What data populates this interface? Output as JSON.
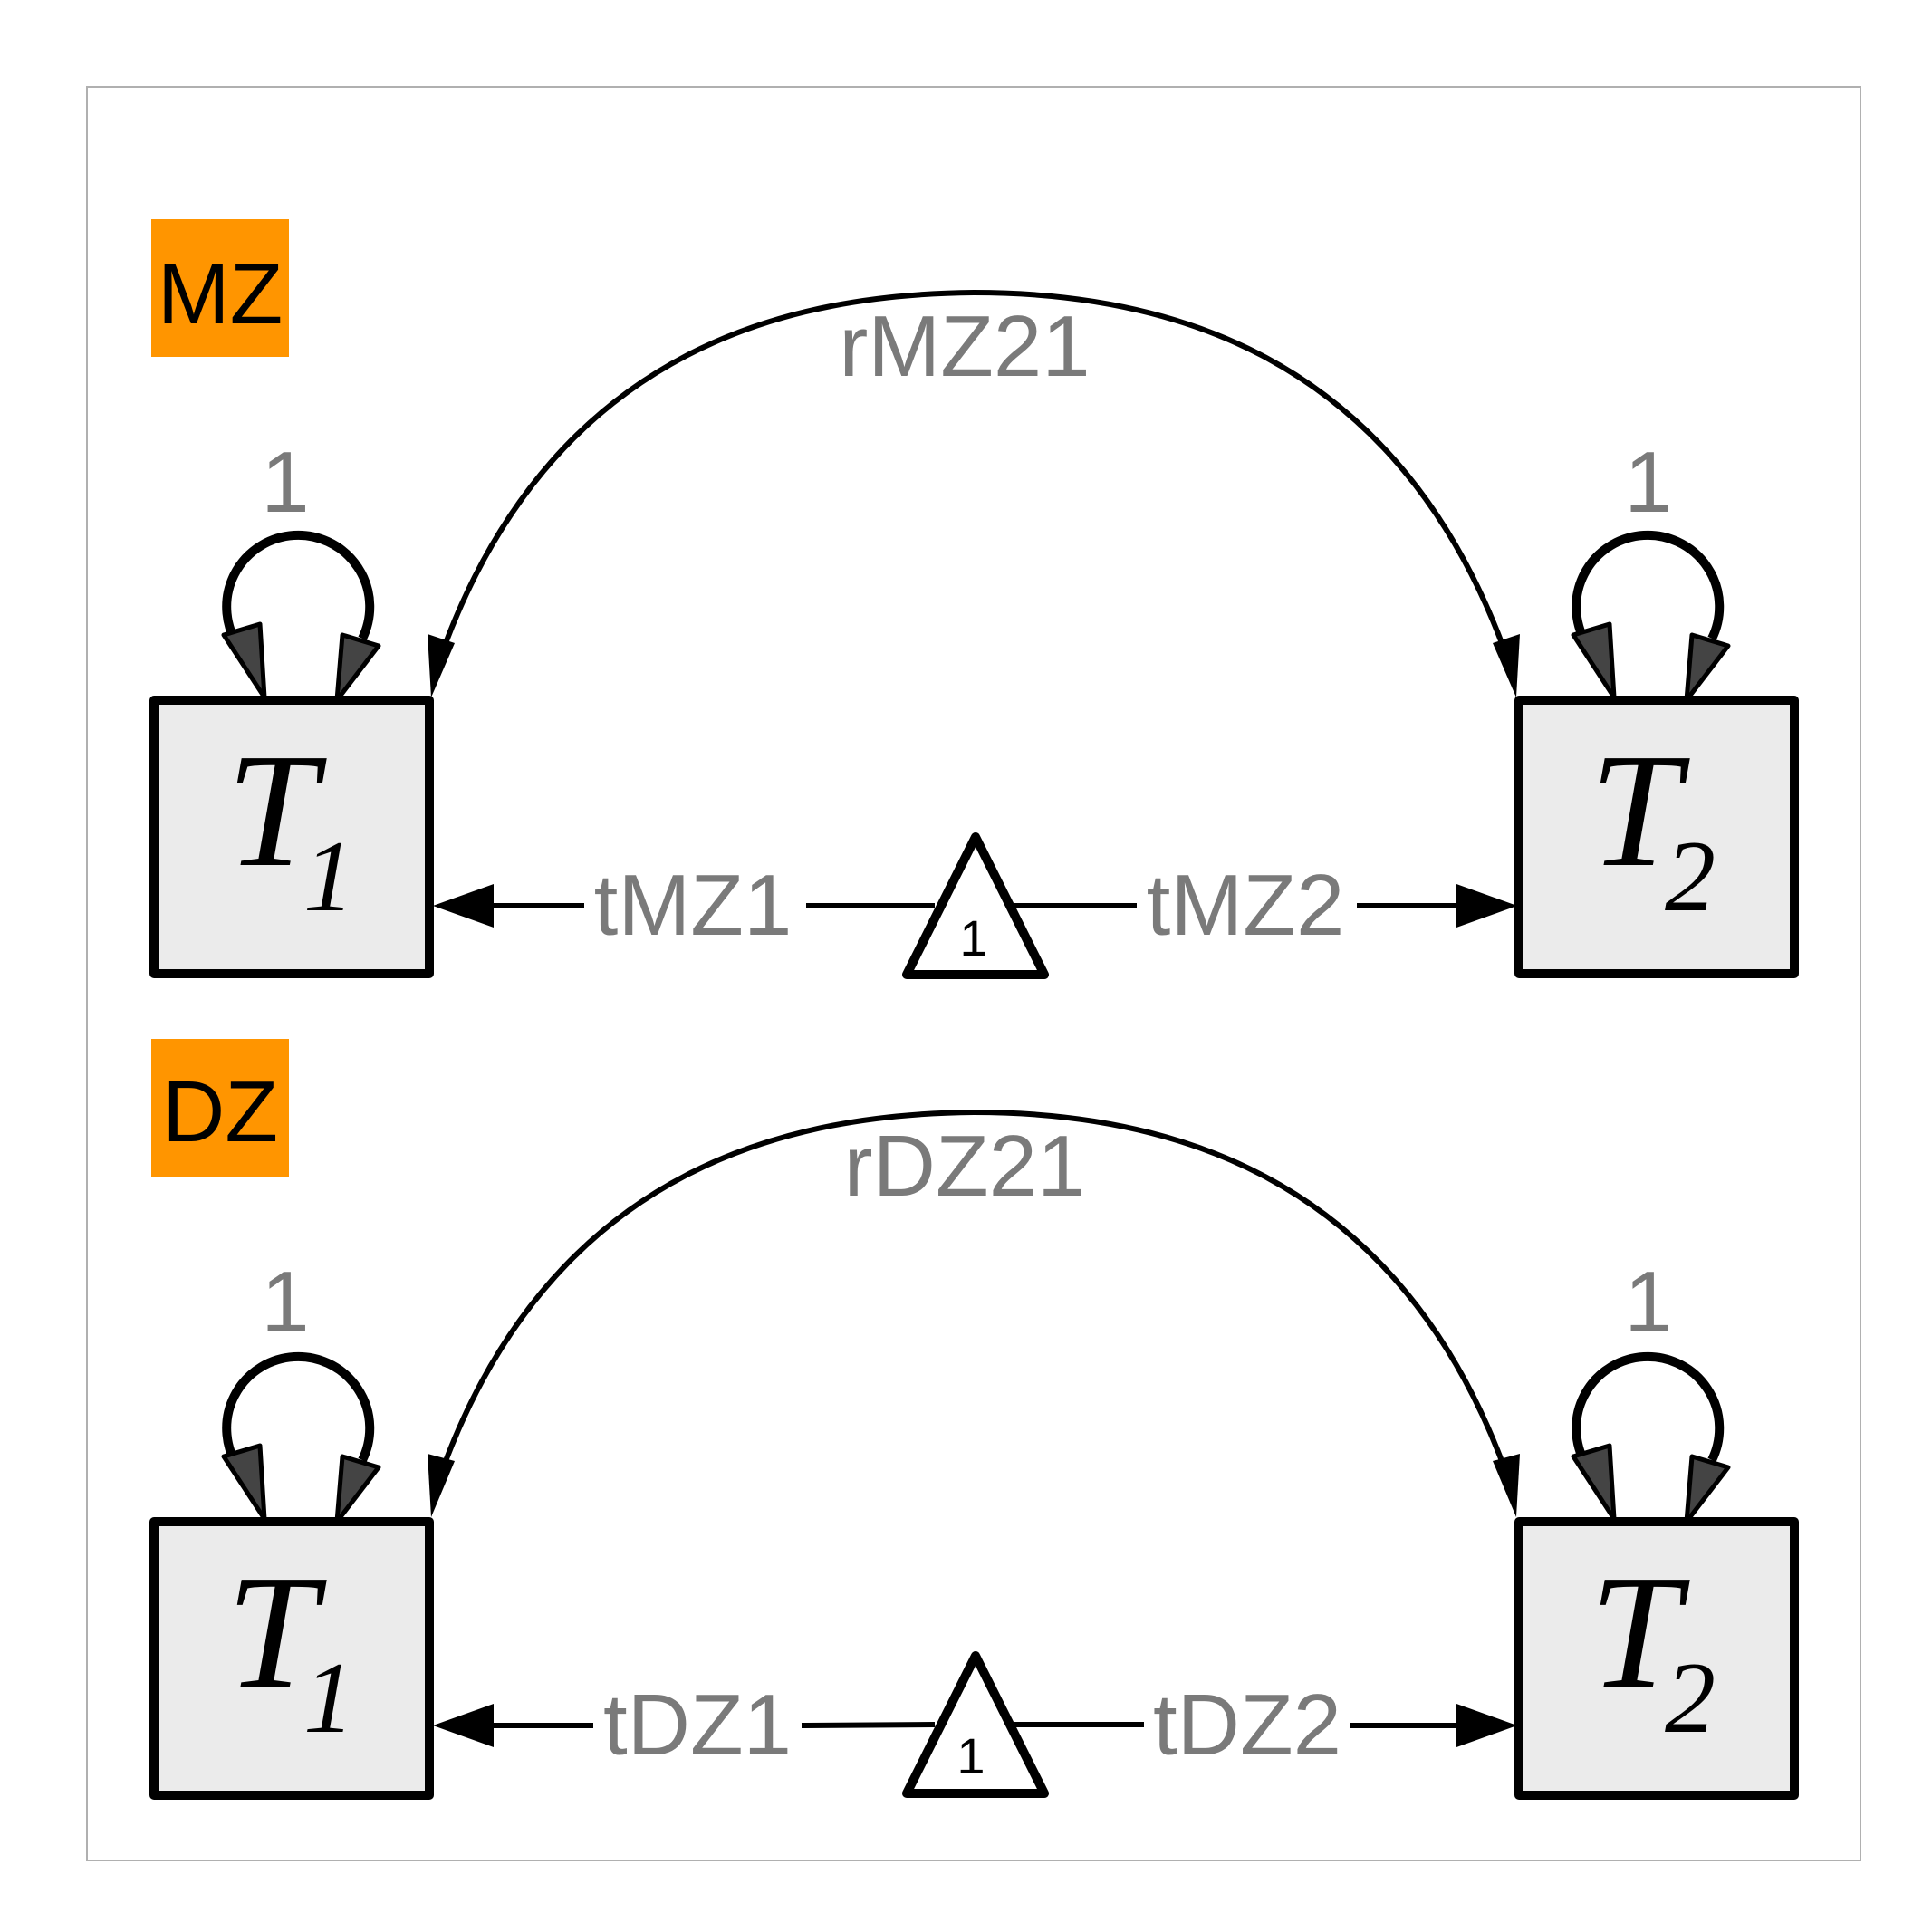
{
  "colors": {
    "group_tag": "#ff9500",
    "box_fill": "#ebebeb",
    "label": "#7a7a7a",
    "self_loop_arrowhead": "#444444",
    "frame": "#b0b0b0"
  },
  "groups": [
    {
      "tag": "MZ",
      "left_var": {
        "letter": "T",
        "sub": "1"
      },
      "right_var": {
        "letter": "T",
        "sub": "2"
      },
      "left_variance": "1",
      "right_variance": "1",
      "covariance_label": "rMZ21",
      "mean_left_label": "tMZ1",
      "mean_right_label": "tMZ2",
      "constant": "1"
    },
    {
      "tag": "DZ",
      "left_var": {
        "letter": "T",
        "sub": "1"
      },
      "right_var": {
        "letter": "T",
        "sub": "2"
      },
      "left_variance": "1",
      "right_variance": "1",
      "covariance_label": "rDZ21",
      "mean_left_label": "tDZ1",
      "mean_right_label": "tDZ2",
      "constant": "1"
    }
  ]
}
